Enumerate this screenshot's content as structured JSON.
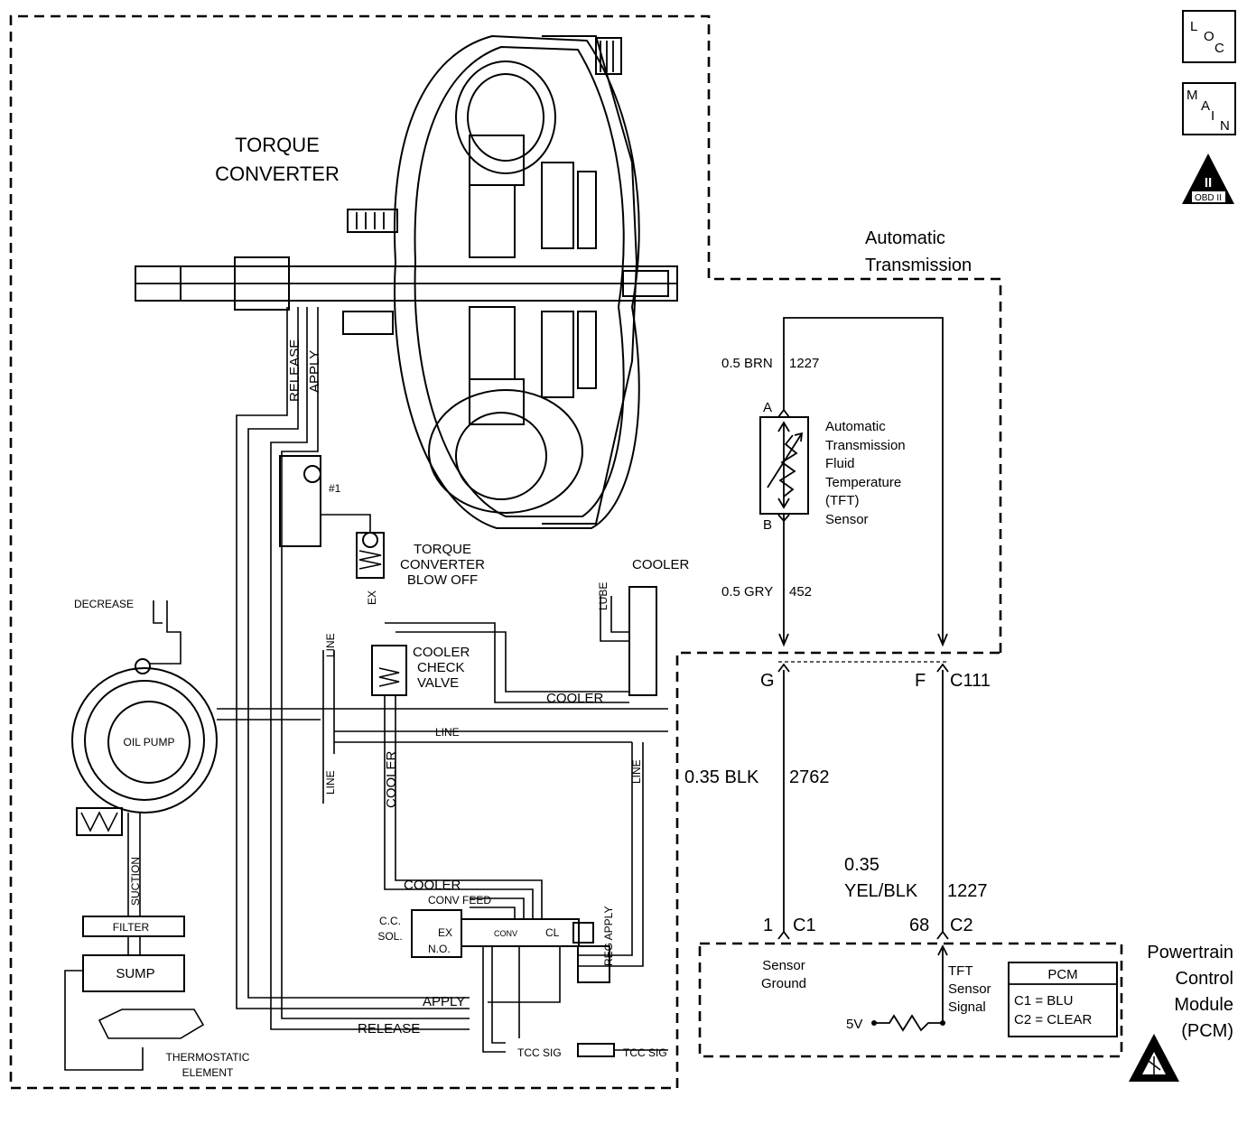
{
  "icons": {
    "loc": {
      "letters": [
        "L",
        "O",
        "C"
      ]
    },
    "main": {
      "letters": [
        "M",
        "A",
        "I",
        "N"
      ]
    },
    "obd": {
      "numeral": "II",
      "caption": "OBD II"
    }
  },
  "transmission": {
    "title_line1": "Automatic",
    "title_line2": "Transmission",
    "torque_converter_line1": "TORQUE",
    "torque_converter_line2": "CONVERTER"
  },
  "sensor": {
    "wire_top_gauge": "0.5 BRN",
    "wire_top_circuit": "1227",
    "pin_a": "A",
    "pin_b": "B",
    "name_lines": [
      "Automatic",
      "Transmission",
      "Fluid",
      "Temperature",
      "(TFT)",
      "Sensor"
    ],
    "wire_bottom_gauge": "0.5 GRY",
    "wire_bottom_circuit": "452"
  },
  "connector": {
    "pin_g": "G",
    "pin_f": "F",
    "name": "C111",
    "wire_left_gauge": "0.35 BLK",
    "wire_left_circuit": "2762",
    "wire_right_gauge_line1": "0.35",
    "wire_right_gauge_line2": "YEL/BLK",
    "wire_right_circuit": "1227"
  },
  "pcm": {
    "pin_left_num": "1",
    "pin_left_conn": "C1",
    "pin_right_num": "68",
    "pin_right_conn": "C2",
    "sensor_ground_line1": "Sensor",
    "sensor_ground_line2": "Ground",
    "tft_line1": "TFT",
    "tft_line2": "Sensor",
    "tft_line3": "Signal",
    "ref_voltage": "5V",
    "title_lines": [
      "Powertrain",
      "Control",
      "Module",
      "(PCM)"
    ],
    "legend_header": "PCM",
    "legend_rows": [
      "C1 = BLU",
      "C2 = CLEAR"
    ]
  },
  "hydraulic": {
    "release": "RELEASE",
    "apply": "APPLY",
    "check_ball": "#1",
    "blow_off_line1": "TORQUE",
    "blow_off_line2": "CONVERTER",
    "blow_off_line3": "BLOW OFF",
    "exhaust": "EX",
    "decrease": "DECREASE",
    "oil_pump": "OIL PUMP",
    "suction": "SUCTION",
    "filter": "FILTER",
    "sump": "SUMP",
    "thermo_line1": "THERMOSTATIC",
    "thermo_line2": "ELEMENT",
    "line": "LINE",
    "cooler": "COOLER",
    "lube": "LUBE",
    "cooler_check_line1": "COOLER",
    "cooler_check_line2": "CHECK",
    "cooler_check_line3": "VALVE",
    "conv_feed": "CONV FEED",
    "cc_sol_line1": "C.C.",
    "cc_sol_line2": "SOL.",
    "ex_short": "EX",
    "no": "N.O.",
    "conv": "CONV",
    "cl": "CL",
    "reg_apply": "REG APPLY",
    "tcc_sig": "TCC SIG"
  }
}
